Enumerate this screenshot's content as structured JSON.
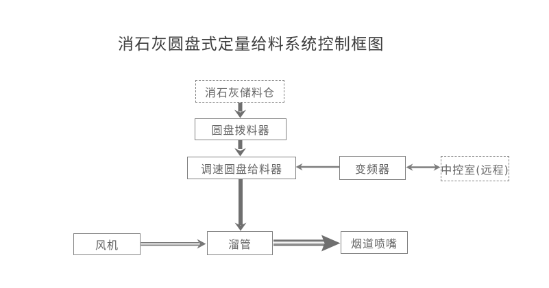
{
  "title": "消石灰圆盘式定量给料系统控制框图",
  "colors": {
    "background": "#ffffff",
    "box_border": "#7f7f7f",
    "box_text": "#646464",
    "title_text": "#3d3d3d",
    "arrow_thick": "#6f6f6f",
    "arrow_thin": "#7d7d7d",
    "arrow_stripe_light": "#aaaaaa"
  },
  "nodes": [
    {
      "id": "storage-bin",
      "label": "消石灰储料仓",
      "border": "dashed"
    },
    {
      "id": "disc-puller",
      "label": "圆盘拨料器",
      "border": "solid"
    },
    {
      "id": "speed-feeder",
      "label": "调速圆盘给料器",
      "border": "solid"
    },
    {
      "id": "vfd",
      "label": "变频器",
      "border": "solid"
    },
    {
      "id": "control-room",
      "label": "中控室(远程)",
      "border": "dashed"
    },
    {
      "id": "fan",
      "label": "风机",
      "border": "solid"
    },
    {
      "id": "chute",
      "label": "溜管",
      "border": "solid"
    },
    {
      "id": "flue-nozzle",
      "label": "烟道喷嘴",
      "border": "solid"
    }
  ],
  "edges": [
    {
      "from": "storage-bin",
      "to": "disc-puller",
      "type": "thick-solid-down"
    },
    {
      "from": "disc-puller",
      "to": "speed-feeder",
      "type": "thick-solid-down"
    },
    {
      "from": "speed-feeder",
      "to": "chute",
      "type": "thick-solid-down"
    },
    {
      "from": "vfd",
      "to": "speed-feeder",
      "type": "thin-single-head-left"
    },
    {
      "from": "vfd",
      "to": "control-room",
      "type": "thin-double-head"
    },
    {
      "from": "fan",
      "to": "chute",
      "type": "double-line-right"
    },
    {
      "from": "chute",
      "to": "flue-nozzle",
      "type": "striped-thick-right"
    }
  ]
}
